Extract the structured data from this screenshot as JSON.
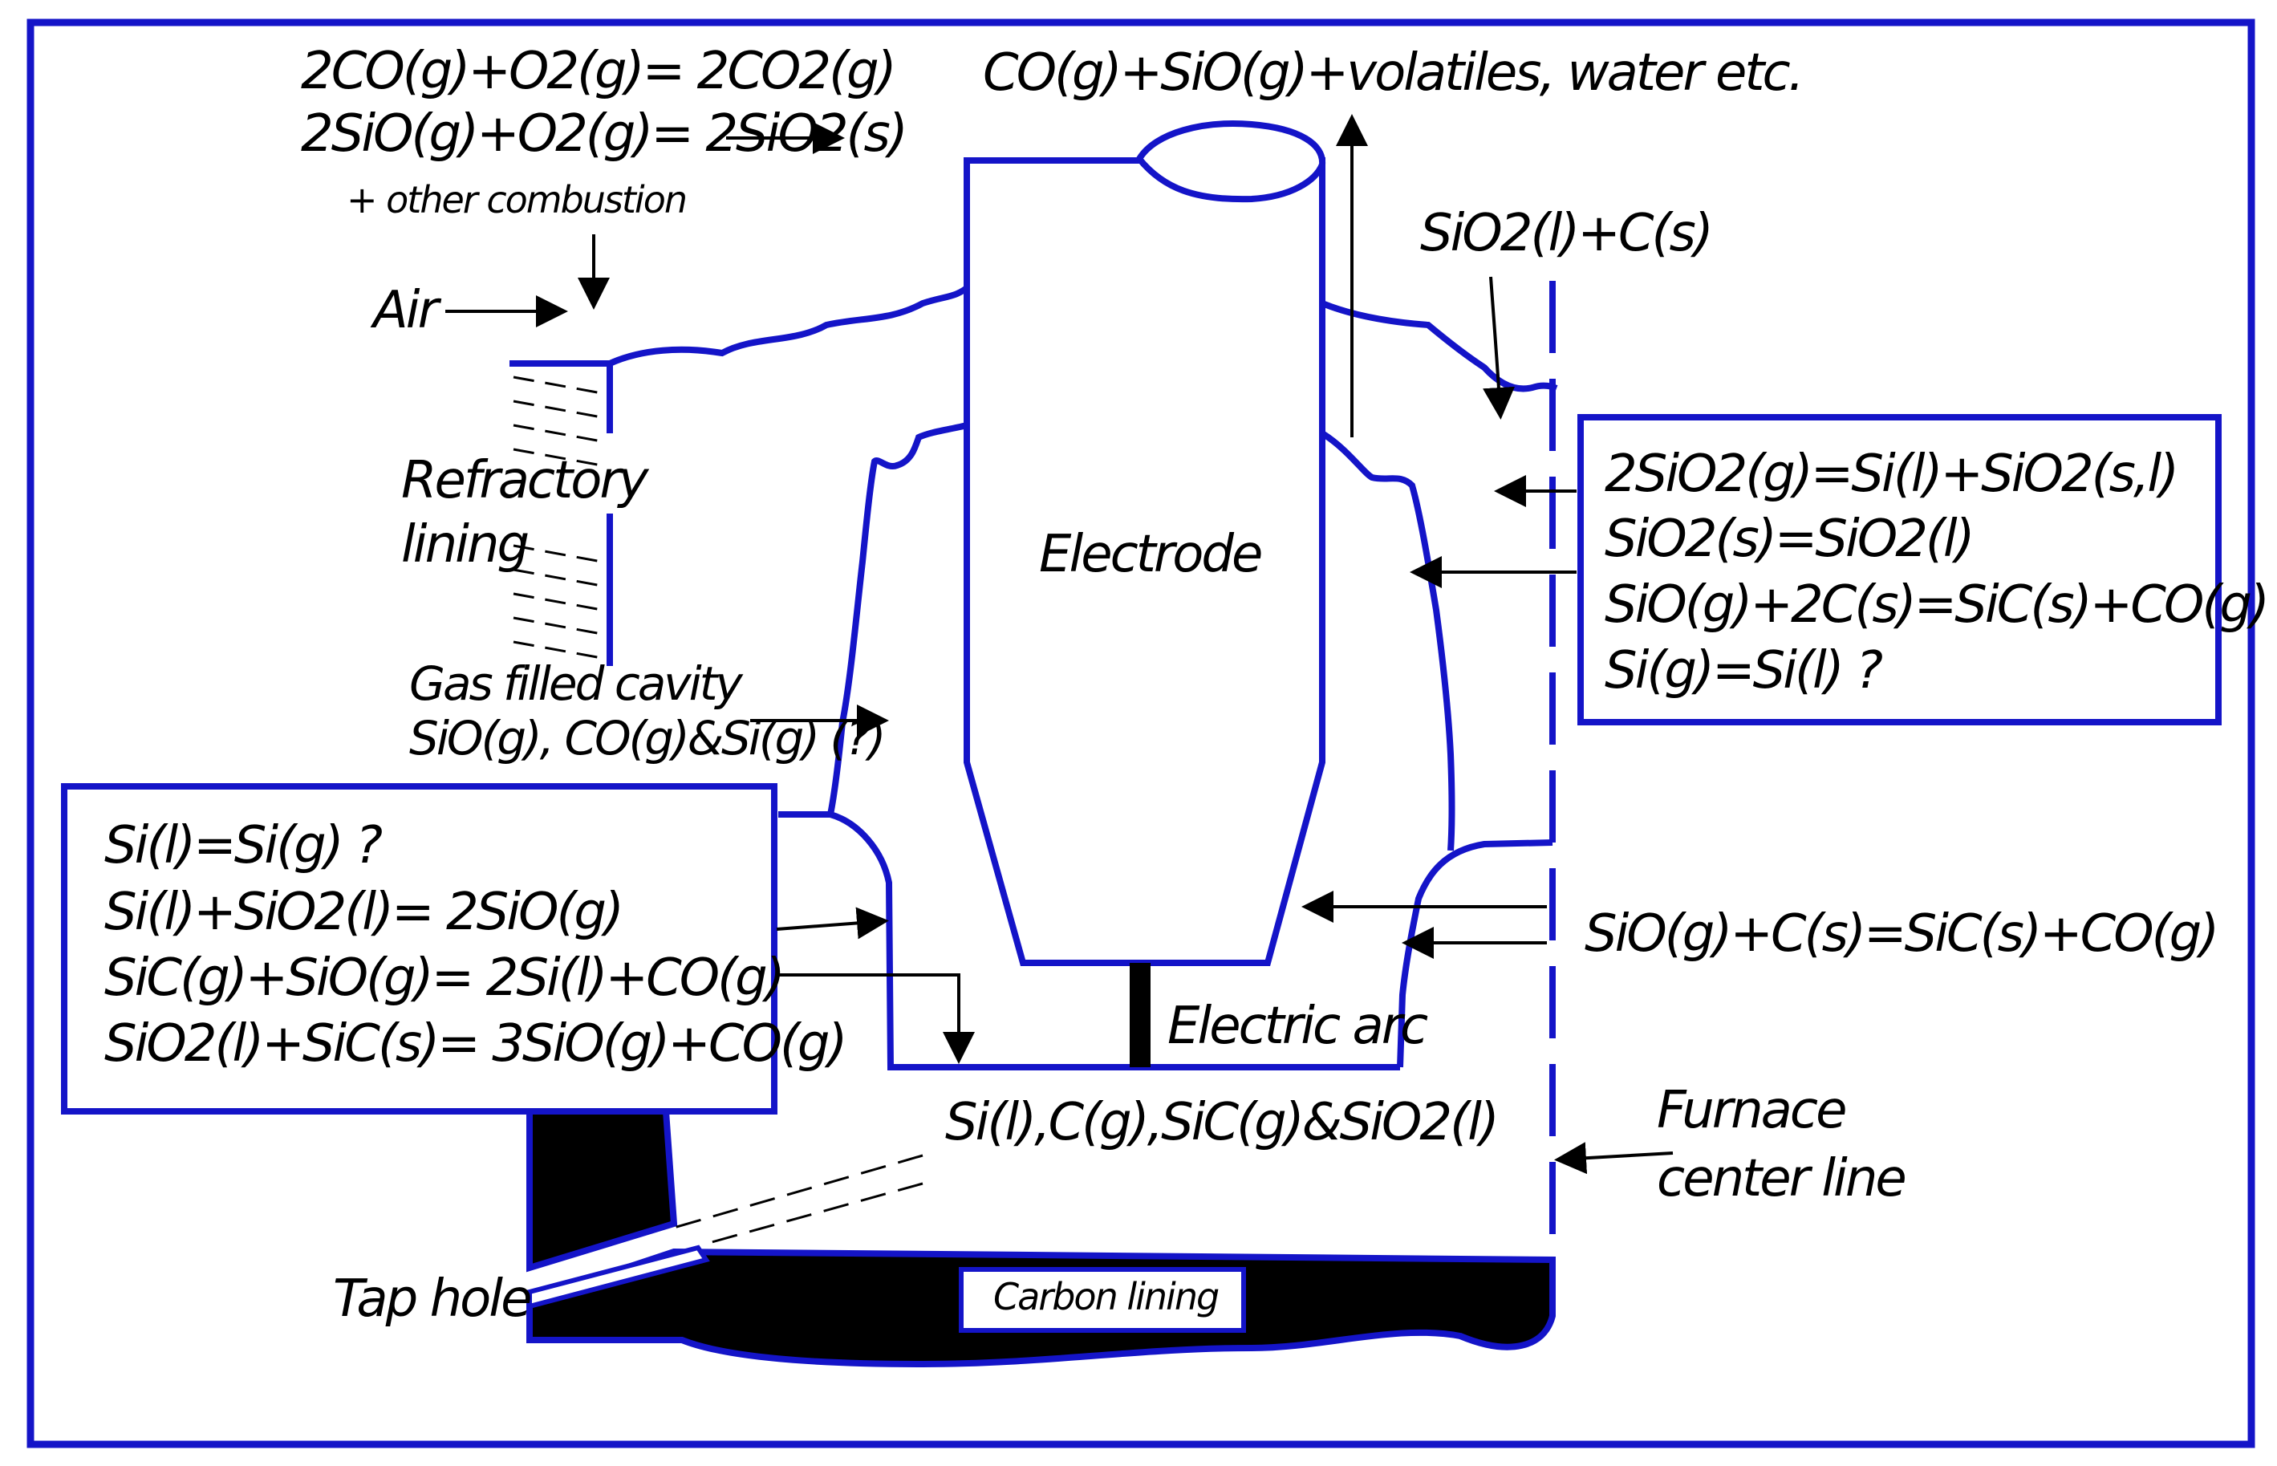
{
  "colors": {
    "outline": "#1414c8",
    "ink": "#000000",
    "background": "#ffffff"
  },
  "labels": {
    "top_left_reaction_1": "2CO(g)+O2(g)= 2CO2(g)",
    "top_left_reaction_2": "2SiO(g)+O2(g)= 2SiO2(s)",
    "other_combustion": "+ other combustion",
    "air": "Air",
    "top_gases": "CO(g)+SiO(g)+volatiles, water etc.",
    "top_right_charge": "SiO2(l)+C(s)",
    "refractory_1": "Refractory",
    "refractory_2": "lining",
    "electrode": "Electrode",
    "gas_cavity_1": "Gas filled cavity",
    "gas_cavity_2": "SiO(g), CO(g)&Si(g) (?)",
    "electric_arc": "Electric arc",
    "bottom_products": "Si(l),C(g),SiC(g)&SiO2(l)",
    "furnace_center_1": "Furnace",
    "furnace_center_2": "center line",
    "tap_hole": "Tap hole",
    "carbon_lining": "Carbon lining",
    "right_lower_reaction": "SiO(g)+C(s)=SiC(s)+CO(g)"
  },
  "right_box": {
    "lines": [
      "2SiO2(g)=Si(l)+SiO2(s,l)",
      "SiO2(s)=SiO2(l)",
      "SiO(g)+2C(s)=SiC(s)+CO(g)",
      "Si(g)=Si(l) ?"
    ]
  },
  "left_box": {
    "lines": [
      "Si(l)=Si(g) ?",
      "Si(l)+SiO2(l)= 2SiO(g)",
      "SiC(g)+SiO(g)= 2Si(l)+CO(g)",
      "SiO2(l)+SiC(s)= 3SiO(g)+CO(g)"
    ]
  }
}
